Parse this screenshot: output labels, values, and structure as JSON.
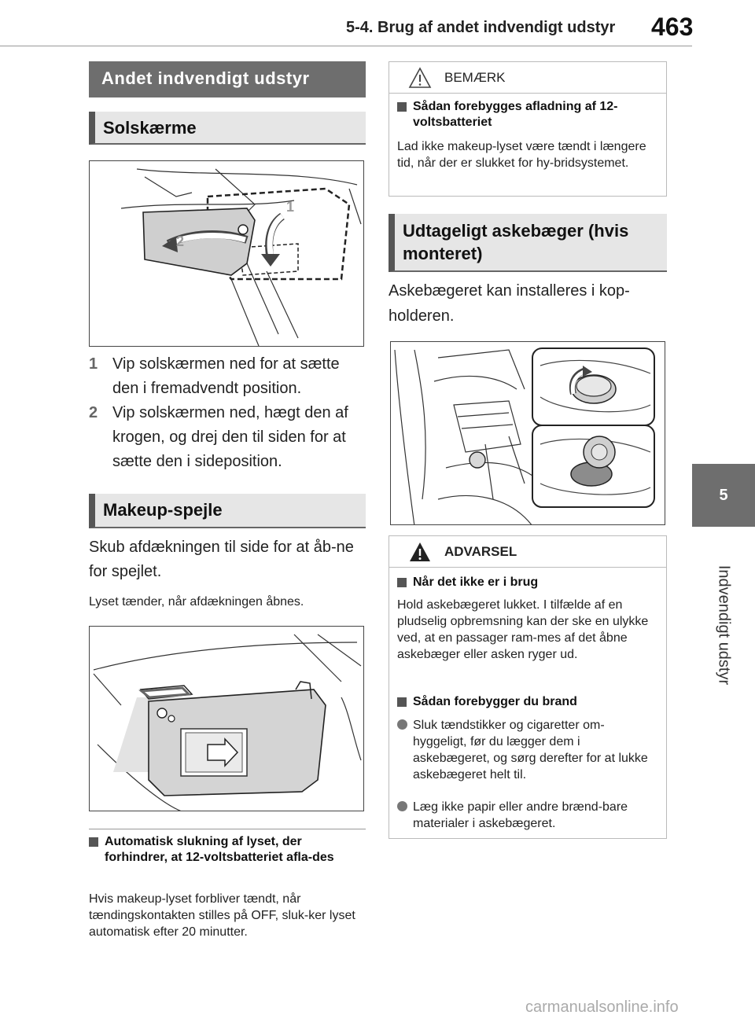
{
  "header": {
    "section_title": "5-4. Brug af andet indvendigt udstyr",
    "page_number": "463"
  },
  "thumb_tab": {
    "chapter_number": "5",
    "chapter_title": "Indvendigt udstyr"
  },
  "left": {
    "main_heading": "Andet indvendigt udstyr",
    "sun_visor": {
      "heading": "Solskærme",
      "figure_labels": [
        "1",
        "2"
      ],
      "steps": [
        {
          "num": "1",
          "text": "Vip solskærmen ned for at sætte den i fremadvendt position."
        },
        {
          "num": "2",
          "text": "Vip solskærmen ned, hægt den af krogen, og drej den til siden for at sætte den i sideposition."
        }
      ]
    },
    "vanity_mirror": {
      "heading": "Makeup-spejle",
      "intro": "Skub afdækningen til side for at åb-ne for spejlet.",
      "light_note": "Lyset tænder, når afdækningen åbnes."
    },
    "auto_off": {
      "title": "Automatisk slukning af lyset, der forhindrer, at 12-voltsbatteriet afla-des",
      "text": "Hvis makeup-lyset forbliver tændt, når tændingskontakten stilles på OFF, sluk-ker lyset automatisk efter 20 minutter."
    }
  },
  "right": {
    "notice": {
      "label": "BEMÆRK",
      "item_title": "Sådan forebygges afladning af 12-voltsbatteriet",
      "item_text": "Lad ikke makeup-lyset være tændt i længere tid, når der er slukket for hy-bridsystemet."
    },
    "ashtray": {
      "heading": "Udtageligt askebæger (hvis monteret)",
      "intro": "Askebægeret kan installeres i kop-holderen."
    },
    "warning": {
      "label": "ADVARSEL",
      "item1_title": "Når det ikke er i brug",
      "item1_text": "Hold askebægeret lukket. I tilfælde af en pludselig opbremsning kan der ske en ulykke ved, at en passager ram-mes af det åbne askebæger eller asken ryger ud.",
      "item2_title": "Sådan forebygger du brand",
      "bullets": [
        "Sluk tændstikker og cigaretter om-hyggeligt, før du lægger dem i askebægeret, og sørg derefter for at lukke askebægeret helt til.",
        "Læg ikke papir eller andre brænd-bare materialer i askebægeret."
      ]
    }
  },
  "footer": {
    "watermark": "carmanualsonline.info"
  }
}
